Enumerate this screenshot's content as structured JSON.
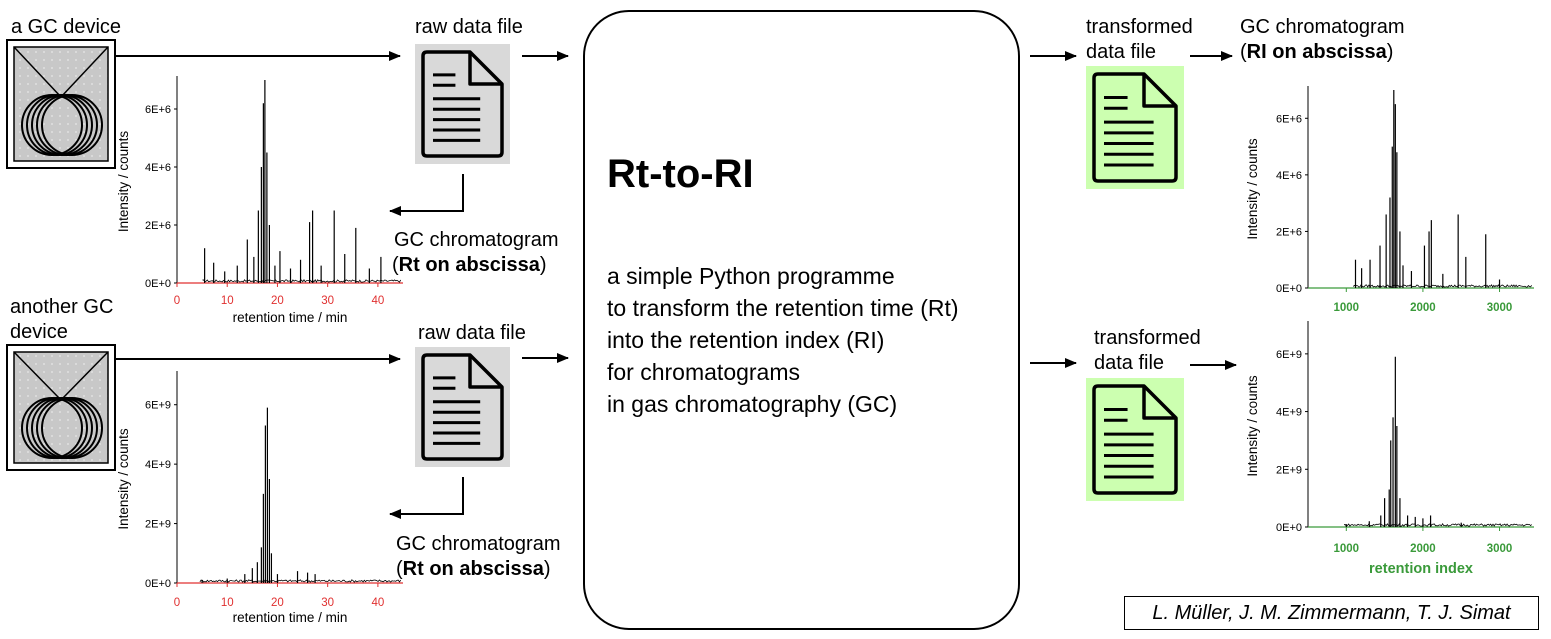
{
  "devices": [
    {
      "label": "a GC device"
    },
    {
      "label_line1": "another GC",
      "label_line2": "device"
    }
  ],
  "raw_file_label": "raw data file",
  "gc_chromatogram_label": "GC chromatogram",
  "rt_axis_note": "Rt on abscissa",
  "ri_axis_note": "RI on abscissa",
  "transformed_label_line1": "transformed",
  "transformed_label_line2": "data file",
  "main": {
    "title": "Rt-to-RI",
    "description": [
      "a simple Python programme",
      "to transform the retention time (Rt)",
      "into the retention index (RI)",
      "for chromatograms",
      "in gas chromatography (GC)"
    ]
  },
  "authors": "L. Müller, J. M. Zimmermann, T. J. Simat",
  "colors": {
    "raw_file_bg": "#d9d9d9",
    "transformed_file_bg": "#ccffb0",
    "rt_axis": "#e03030",
    "ri_axis": "#3a9a3a"
  },
  "chart_data": [
    {
      "type": "line",
      "xlabel": "retention time / min",
      "ylabel": "Intensity / counts",
      "xlim": [
        0,
        45
      ],
      "ylim": [
        0,
        7000000
      ],
      "xticks": [
        "0",
        "10",
        "20",
        "30",
        "40"
      ],
      "yticks": [
        "0E+0",
        "2E+6",
        "4E+6",
        "6E+6"
      ],
      "x": [
        5.5,
        7.3,
        9.5,
        12,
        14,
        15.3,
        16.2,
        16.8,
        17.2,
        17.5,
        17.9,
        18.4,
        19.5,
        20.5,
        22.6,
        24.6,
        26.4,
        27,
        28.7,
        31.3,
        33.4,
        35.6,
        38.3,
        40.6
      ],
      "values": [
        1200000,
        700000,
        400000,
        600000,
        1500000,
        900000,
        2500000,
        4000000,
        6200000,
        7000000,
        4500000,
        2000000,
        600000,
        1100000,
        500000,
        800000,
        2100000,
        2500000,
        600000,
        2500000,
        1000000,
        1900000,
        500000,
        900000
      ]
    },
    {
      "type": "line",
      "xlabel": "retention time / min",
      "ylabel": "Intensity / counts",
      "xlim": [
        0,
        45
      ],
      "ylim": [
        0,
        7000000000
      ],
      "xticks": [
        "0",
        "10",
        "20",
        "30",
        "40"
      ],
      "yticks": [
        "0E+0",
        "2E+9",
        "4E+9",
        "6E+9"
      ],
      "x": [
        5,
        10,
        13.5,
        15,
        16,
        16.8,
        17.2,
        17.6,
        18,
        18.4,
        18.8,
        20,
        24,
        26,
        27.5
      ],
      "values": [
        100000000,
        150000000,
        300000000,
        500000000,
        700000000,
        1200000000,
        3000000000,
        5300000000,
        5900000000,
        3500000000,
        1000000000,
        300000000,
        400000000,
        350000000,
        300000000
      ]
    },
    {
      "type": "line",
      "xlabel": "",
      "ylabel": "Intensity / counts",
      "xlim": [
        500,
        3450
      ],
      "ylim": [
        0,
        7000000
      ],
      "xticks": [
        "1000",
        "2000",
        "3000"
      ],
      "yticks": [
        "0E+0",
        "2E+6",
        "4E+6",
        "6E+6"
      ],
      "x": [
        1120,
        1200,
        1310,
        1440,
        1520,
        1570,
        1600,
        1620,
        1640,
        1660,
        1700,
        1740,
        1850,
        2020,
        2080,
        2110,
        2260,
        2460,
        2560,
        2820,
        3000
      ],
      "values": [
        1000000,
        700000,
        1000000,
        1500000,
        2600000,
        3200000,
        5000000,
        7000000,
        6500000,
        4800000,
        2000000,
        800000,
        600000,
        1500000,
        2000000,
        2400000,
        500000,
        2600000,
        1100000,
        1900000,
        300000
      ]
    },
    {
      "type": "line",
      "xlabel": "retention index",
      "ylabel": "Intensity / counts",
      "xlim": [
        500,
        3450
      ],
      "ylim": [
        0,
        7000000000
      ],
      "xticks": [
        "1000",
        "2000",
        "3000"
      ],
      "yticks": [
        "0E+0",
        "2E+9",
        "4E+9",
        "6E+9"
      ],
      "x": [
        1000,
        1300,
        1450,
        1500,
        1560,
        1580,
        1610,
        1640,
        1660,
        1700,
        1800,
        1900,
        2000,
        2100,
        2500
      ],
      "values": [
        100000000,
        200000000,
        400000000,
        1000000000,
        1300000000,
        3000000000,
        3800000000,
        5900000000,
        3500000000,
        1000000000,
        400000000,
        350000000,
        300000000,
        400000000,
        150000000
      ]
    }
  ]
}
